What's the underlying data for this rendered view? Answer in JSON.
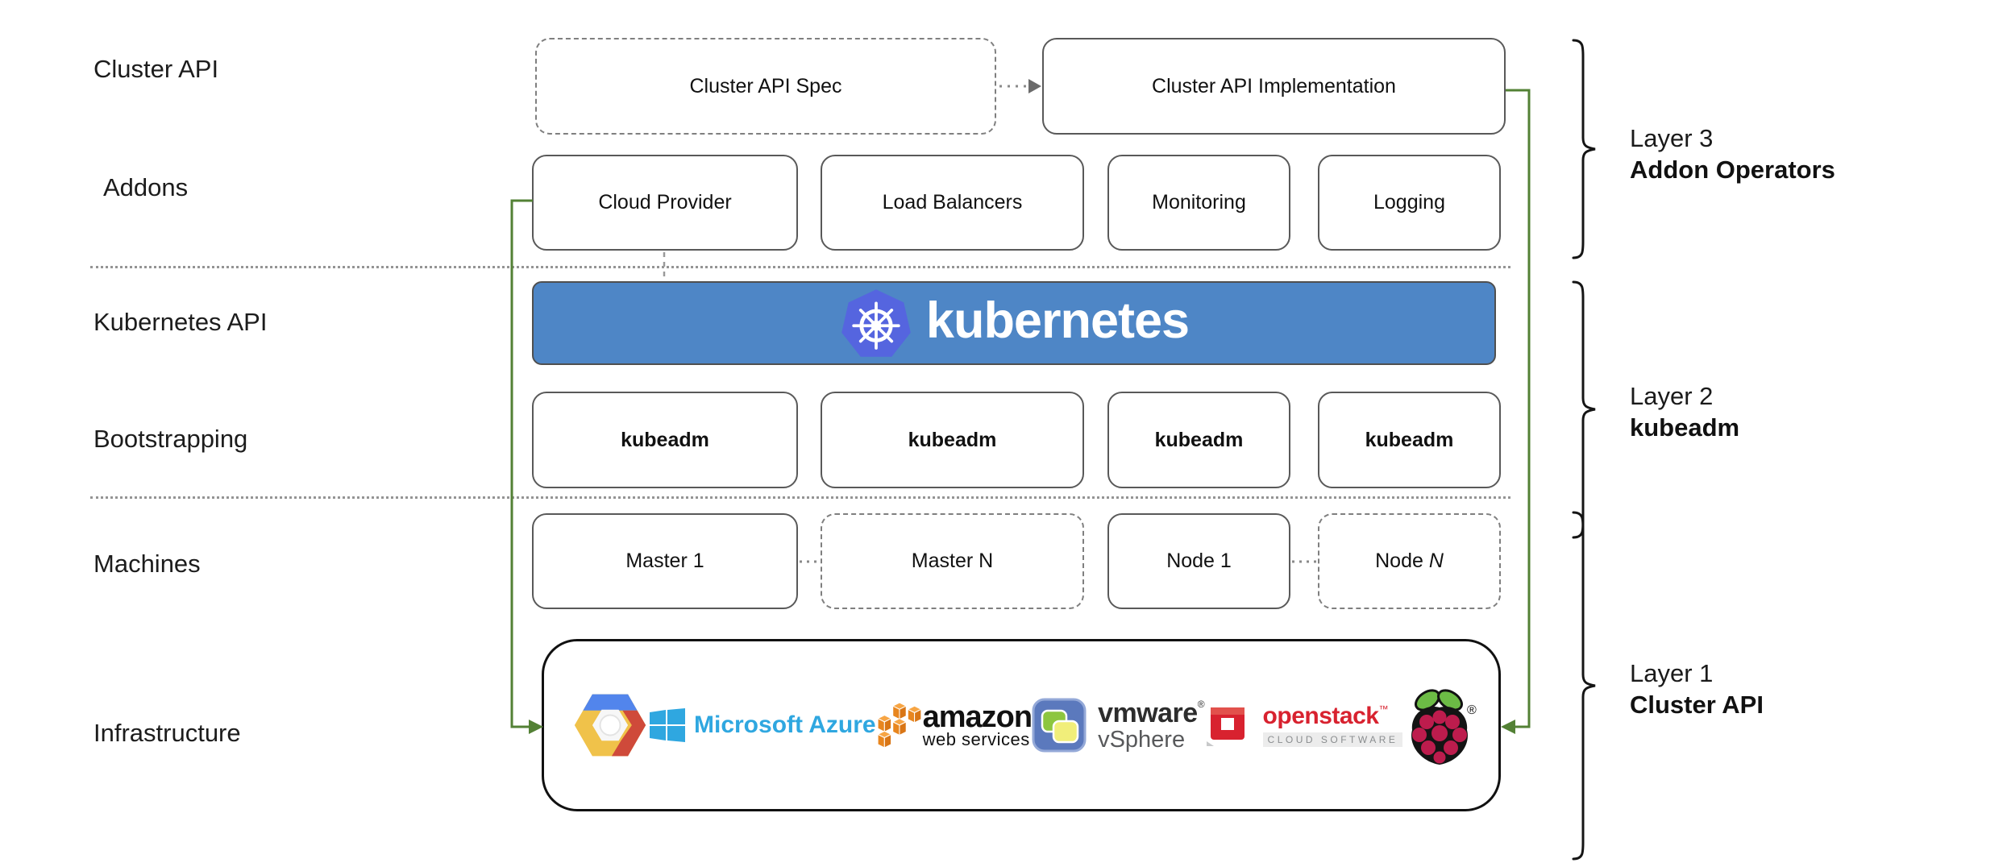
{
  "row_labels": {
    "cluster_api": "Cluster API",
    "addons": "Addons",
    "kubernetes_api": "Kubernetes API",
    "bootstrapping": "Bootstrapping",
    "machines": "Machines",
    "infrastructure": "Infrastructure"
  },
  "cluster_api_row": {
    "spec_label": "Cluster API Spec",
    "implementation_label": "Cluster API Implementation"
  },
  "addons_row": {
    "cloud_provider": "Cloud Provider",
    "load_balancers": "Load Balancers",
    "monitoring": "Monitoring",
    "logging": "Logging"
  },
  "kubernetes_bar": {
    "label": "kubernetes"
  },
  "bootstrapping_row": {
    "kubeadm_1": "kubeadm",
    "kubeadm_2": "kubeadm",
    "kubeadm_3": "kubeadm",
    "kubeadm_4": "kubeadm"
  },
  "machines_row": {
    "master_1": {
      "text": "Master",
      "suffix": "1"
    },
    "master_n": {
      "text": "Master",
      "suffix": "N"
    },
    "node_1": {
      "text": "Node",
      "suffix": "1"
    },
    "node_n": {
      "text": "Node",
      "suffix": "N"
    }
  },
  "infrastructure_row": {
    "providers": [
      "Google Cloud Platform",
      "Microsoft Azure",
      "Amazon Web Services",
      "VMware vSphere",
      "OpenStack",
      "Raspberry Pi"
    ],
    "azure": {
      "wordmark": "Microsoft Azure"
    },
    "aws": {
      "wordmark": "amazon",
      "subtext": "web services"
    },
    "vmware": {
      "wordmark": "vmware",
      "registered_mark": "®",
      "subtext": "vSphere"
    },
    "openstack": {
      "wordmark": "openstack",
      "trademark": "™",
      "subtext": "CLOUD SOFTWARE"
    },
    "raspberry_pi": {
      "registered_mark": "®"
    }
  },
  "layer_annotations": [
    {
      "line1": "Layer 3",
      "line2": "Addon Operators"
    },
    {
      "line1": "Layer 2",
      "line2": "kubeadm"
    },
    {
      "line1": "Layer 1",
      "line2": "Cluster API"
    }
  ],
  "colors": {
    "accent_green": "#538135",
    "bar_blue": "#4e86c6",
    "k8s_logo_blue": "#5565df",
    "box_border": "#595959",
    "dashed_border": "#7f7f7f",
    "azure_blue": "#2fa7e0",
    "aws_orange_left": "#e8861f",
    "aws_orange_top": "#f7a544",
    "aws_orange_right": "#d97616",
    "gcp_blue": "#5285ec",
    "gcp_red": "#cf4a3a",
    "gcp_yellow": "#f0c24a",
    "vmware_panel_blue": "#5b79bd",
    "vmware_green": "#8dc63f",
    "vmware_yellow": "#f1ee7a",
    "openstack_red": "#d8222f",
    "raspberry_crimson": "#bd1c4d",
    "leaf_green": "#6cbb45"
  }
}
